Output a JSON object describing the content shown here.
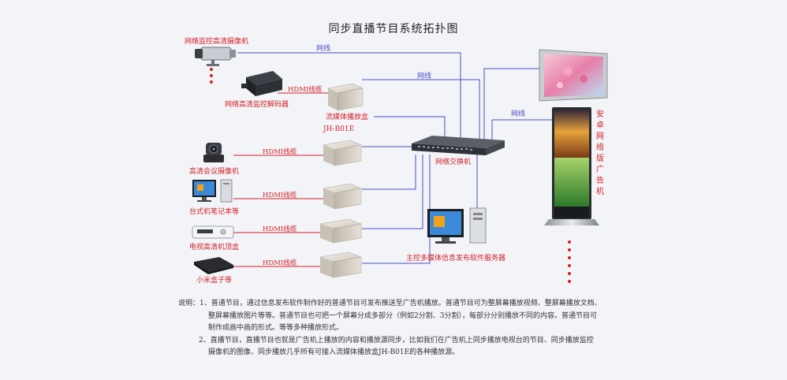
{
  "title": "同步直播节目系统拓扑图",
  "labels": {
    "network_camera": "网络监控高清摄像机",
    "decoder": "网络高清监控解码器",
    "streaming_box": "流媒体播放盒",
    "box_model": "JH-B01E",
    "switch": "网络交换机",
    "conf_camera": "高清会议摄像机",
    "desktop": "台式机笔记本等",
    "stb": "电视高清机顶盒",
    "mi_box": "小米盒子等",
    "server": "主控多媒体信息发布软件服务器",
    "kiosk": [
      "安",
      "卓",
      "网",
      "络",
      "版",
      "广",
      "告",
      "机"
    ]
  },
  "links": {
    "net": "网线",
    "hdmi": "HDMI线缆"
  },
  "notes": {
    "prefix": "说明：",
    "item1": [
      "1、普通节目，通过信息发布软件制作好的普通节目可发布推送至广告机播放。普通节目可为整屏幕播放视频、整屏幕播放文档、",
      "整屏幕播放图片等等。普通节目也可把一个屏幕分成多部分（例如2分割、3分割），每部分分别播放不同的内容。普通节目可",
      "制作成画中画的形式。等等多种播放形式。"
    ],
    "item2": [
      "2、直播节目，直播节目也就是广告机上播放的内容和播放源同步，比如我们在广告机上同步播放电视台的节目、同步播放监控",
      "摄像机的图像、同步播放几乎所有可接入流媒体播放盒JH-B01E的各种播放源。"
    ]
  },
  "colors": {
    "net_line": "#4a4fc4",
    "hdmi_line": "#d4222a",
    "title": "#222222",
    "label": "#d4222a"
  }
}
